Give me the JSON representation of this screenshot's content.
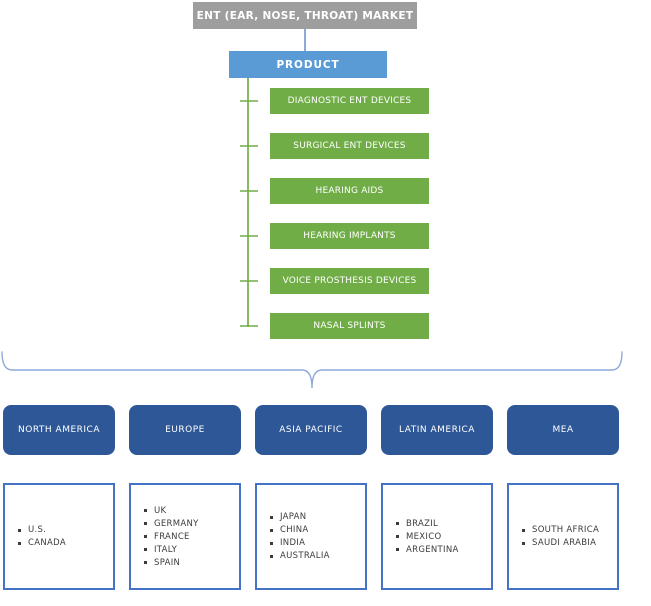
{
  "title": {
    "label": "ENT (EAR, NOSE, THROAT) MARKET"
  },
  "product": {
    "label": "PRODUCT"
  },
  "product_segments": [
    "DIAGNOSTIC ENT DEVICES",
    "SURGICAL ENT DEVICES",
    "HEARING AIDS",
    "HEARING IMPLANTS",
    "VOICE PROSTHESIS DEVICES",
    "NASAL SPLINTS"
  ],
  "regions": [
    {
      "label": "NORTH AMERICA",
      "countries": [
        "U.S.",
        "CANADA"
      ]
    },
    {
      "label": "EUROPE",
      "countries": [
        "UK",
        "GERMANY",
        "FRANCE",
        "ITALY",
        "SPAIN"
      ]
    },
    {
      "label": "ASIA PACIFIC",
      "countries": [
        "JAPAN",
        "CHINA",
        "INDIA",
        "AUSTRALIA"
      ]
    },
    {
      "label": "LATIN AMERICA",
      "countries": [
        "BRAZIL",
        "MEXICO",
        "ARGENTINA"
      ]
    },
    {
      "label": "MEA",
      "countries": [
        "SOUTH AFRICA",
        "SAUDI ARABIA"
      ]
    }
  ],
  "colors": {
    "title_bg": "#9E9E9E",
    "product_bg": "#5B9BD5",
    "segment_bg": "#70AD47",
    "region_bg": "#2E5797",
    "country_border": "#4472C4",
    "connector_green": "#70AD47",
    "connector_blue": "#8EAADB",
    "brace": "#8EAADB",
    "text_dark": "#3B3B3B"
  }
}
